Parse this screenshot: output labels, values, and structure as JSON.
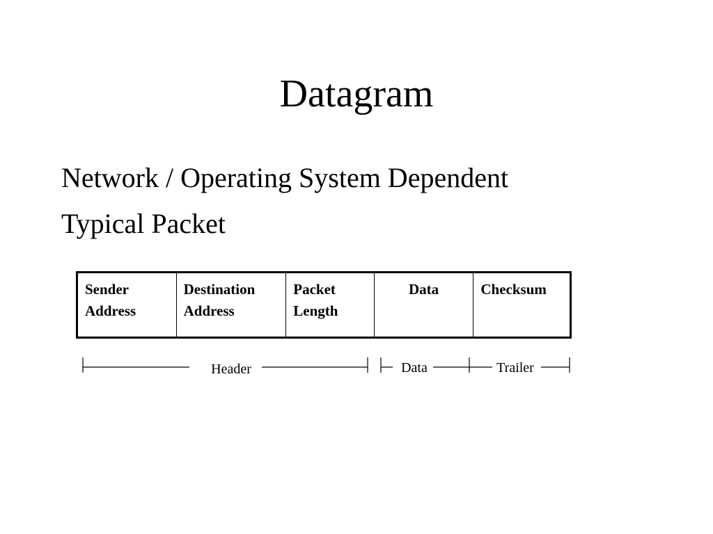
{
  "slide": {
    "title": "Datagram",
    "bullets": [
      "Network / Operating System Dependent",
      "Typical Packet"
    ]
  },
  "packet_table": {
    "fields": [
      "Sender\nAddress",
      "Destination\nAddress",
      "Packet\nLength",
      "Data",
      "Checksum"
    ]
  },
  "segments": {
    "header": "Header",
    "data": "Data",
    "trailer": "Trailer"
  }
}
